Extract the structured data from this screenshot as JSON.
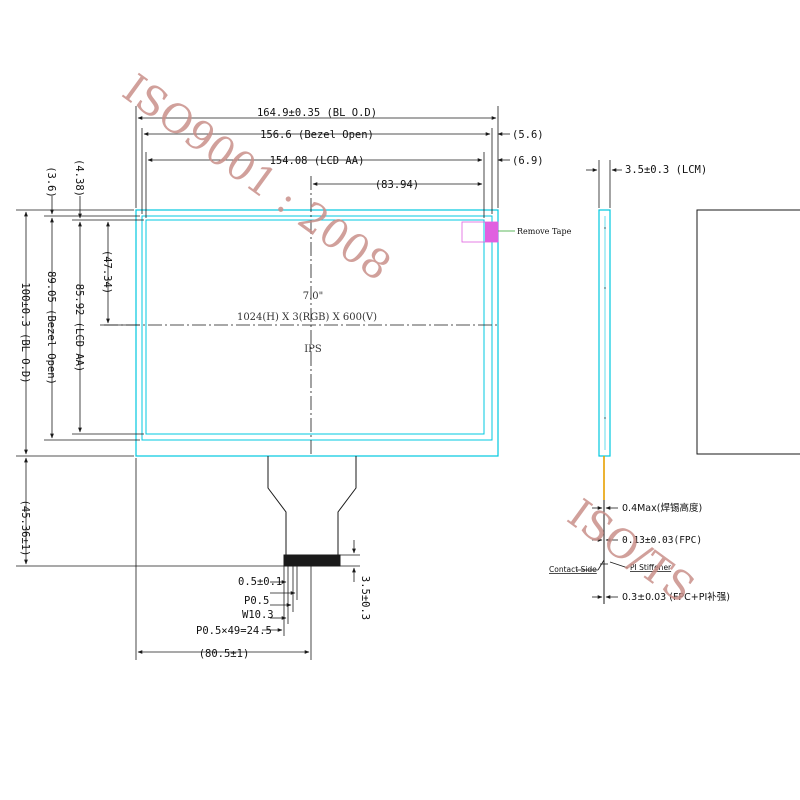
{
  "dimensions": {
    "bl_od_width": "164.9±0.35 (BL O.D)",
    "bezel_open_width": "156.6 (Bezel Open)",
    "lcd_aa_width": "154.08 (LCD AA)",
    "right_offset_1": "(5.6)",
    "right_offset_2": "(6.9)",
    "center_offset": "(83.94)",
    "top_offset_1": "(3.6)",
    "top_offset_2": "(4.38)",
    "left_offset": "(47.34)",
    "bl_od_height": "100±0.3 (BL O.D)",
    "bezel_open_height": "89.05 (Bezel Open)",
    "lcd_aa_height": "85.92 (LCD AA)",
    "fpc_length": "(45.36±1)",
    "pin_width": "0.5±0.1",
    "pitch": "P0.5",
    "window_width": "W10.3",
    "pitch_total": "P0.5×49=24.5",
    "fpc_position": "(80.5±1)",
    "stiffener_length": "3.5±0.3"
  },
  "panel": {
    "size": "7.0\"",
    "resolution": "1024(H) X 3(RGB) X 600(V)",
    "type": "IPS"
  },
  "labels": {
    "remove_tape": "Remove Tape",
    "contact_side": "Contact Side",
    "pi_stiffener": "PI Stiffener"
  },
  "side_view": {
    "lcm_thickness": "3.5±0.3 (LCM)",
    "solder_height": "0.4Max(焊锡高度)",
    "fpc_thickness": "0.13±0.03(FPC)",
    "fpc_pi_thickness": "0.3±0.03 (FPC+PI补强)"
  },
  "watermark": {
    "line1": "ISO9001 : 2008",
    "line2": "ISO/TS"
  },
  "colors": {
    "outline": "#00c8e0",
    "line": "#1a1a1a",
    "tape": "#e060e0",
    "fpc_amber": "#e8a000",
    "watermark": "#c9908a"
  }
}
